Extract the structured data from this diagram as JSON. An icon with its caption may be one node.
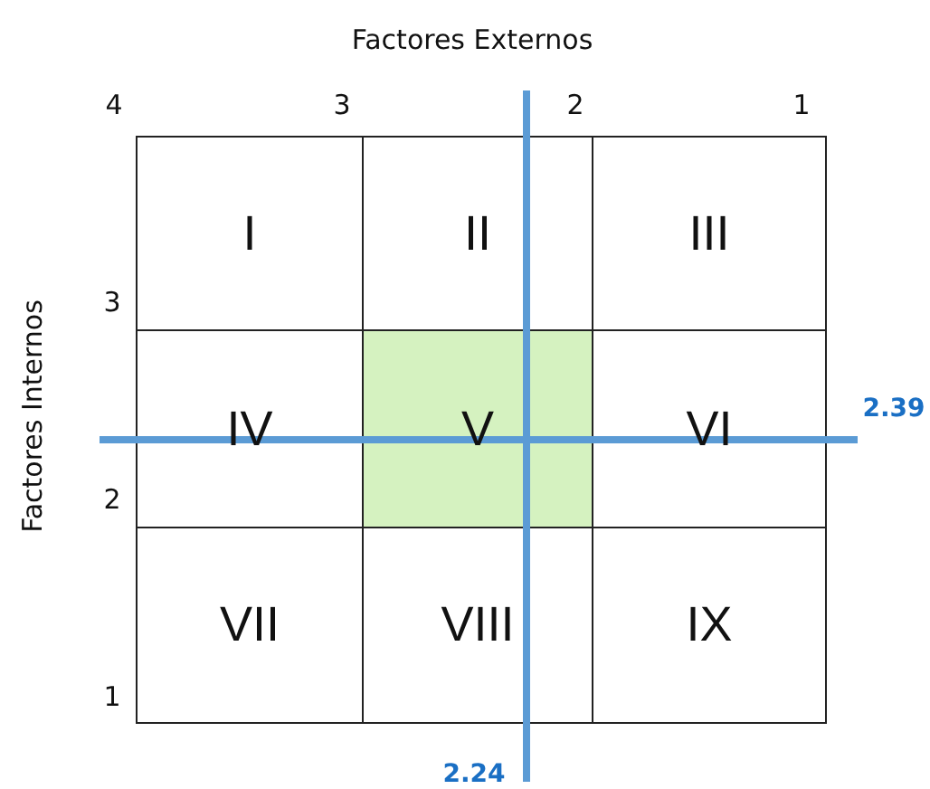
{
  "diagram": {
    "nodes": [
      {
        "text": [
          "I"
        ]
      },
      {
        "text": [
          "II"
        ]
      },
      {
        "text": [
          "III"
        ]
      },
      {
        "text": [
          "IV"
        ]
      },
      {
        "text": [
          "V"
        ]
      },
      {
        "text": [
          "VI"
        ]
      },
      {
        "text": [
          "VII"
        ]
      },
      {
        "text": [
          "VIII"
        ]
      },
      {
        "text": [
          "IX"
        ]
      }
    ],
    "labels": [
      "Factores Externos",
      "4",
      "3",
      "2",
      "1",
      "Factores Internos",
      "3",
      "2",
      "1",
      "2.39",
      "2.24"
    ]
  }
}
